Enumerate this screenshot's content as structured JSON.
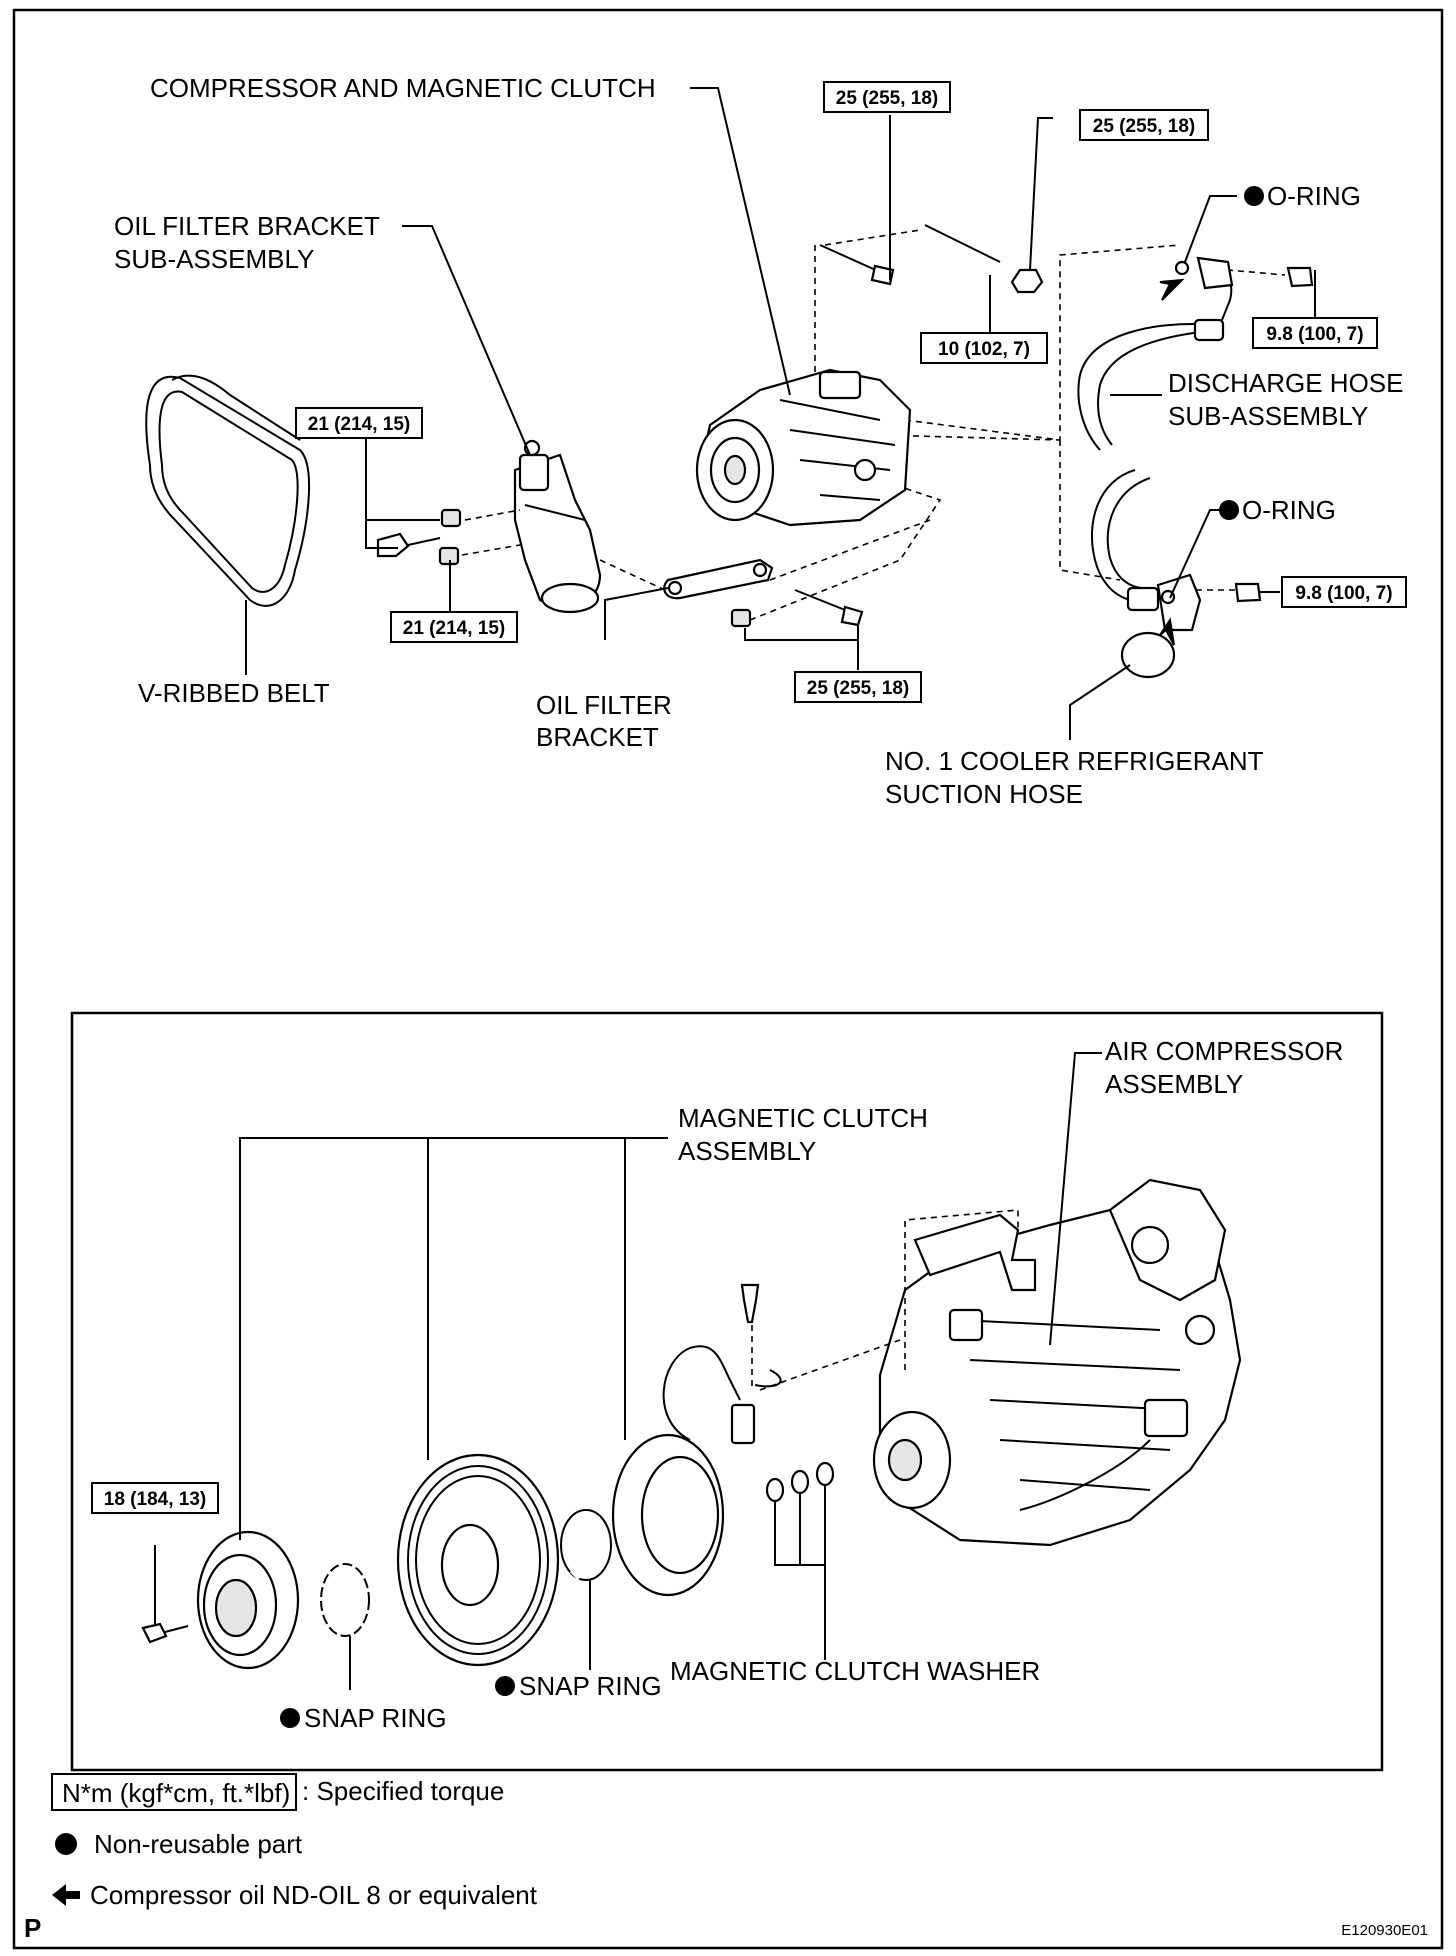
{
  "labels": {
    "compressor_and_clutch": "COMPRESSOR AND MAGNETIC CLUTCH",
    "oil_filter_bracket_sub_1": "OIL FILTER BRACKET",
    "oil_filter_bracket_sub_2": "SUB-ASSEMBLY",
    "o_ring_top": "O-RING",
    "discharge_hose_1": "DISCHARGE HOSE",
    "discharge_hose_2": "SUB-ASSEMBLY",
    "o_ring_mid": "O-RING",
    "v_ribbed_belt": "V-RIBBED BELT",
    "oil_filter_bracket_1": "OIL FILTER",
    "oil_filter_bracket_2": "BRACKET",
    "suction_hose_1": "NO. 1 COOLER REFRIGERANT",
    "suction_hose_2": "SUCTION HOSE",
    "air_compressor_1": "AIR COMPRESSOR",
    "air_compressor_2": "ASSEMBLY",
    "magnetic_clutch_1": "MAGNETIC CLUTCH",
    "magnetic_clutch_2": "ASSEMBLY",
    "snap_ring_left": "SNAP RING",
    "snap_ring_right": "SNAP RING",
    "clutch_washer": "MAGNETIC CLUTCH WASHER"
  },
  "torques": {
    "t1": "25 (255, 18)",
    "t2": "25 (255, 18)",
    "t3": "10 (102, 7)",
    "t4": "9.8 (100, 7)",
    "t5": "21 (214, 15)",
    "t6": "21 (214, 15)",
    "t7": "9.8 (100, 7)",
    "t8": "25 (255, 18)",
    "t9": "18 (184, 13)"
  },
  "legend": {
    "torque_unit": "N*m (kgf*cm, ft.*lbf)",
    "torque_desc": ": Specified torque",
    "nonreusable": "Non-reusable part",
    "oil": "Compressor oil ND-OIL 8 or equivalent"
  },
  "footer": {
    "page_letter": "P",
    "figure_id": "E120930E01"
  }
}
